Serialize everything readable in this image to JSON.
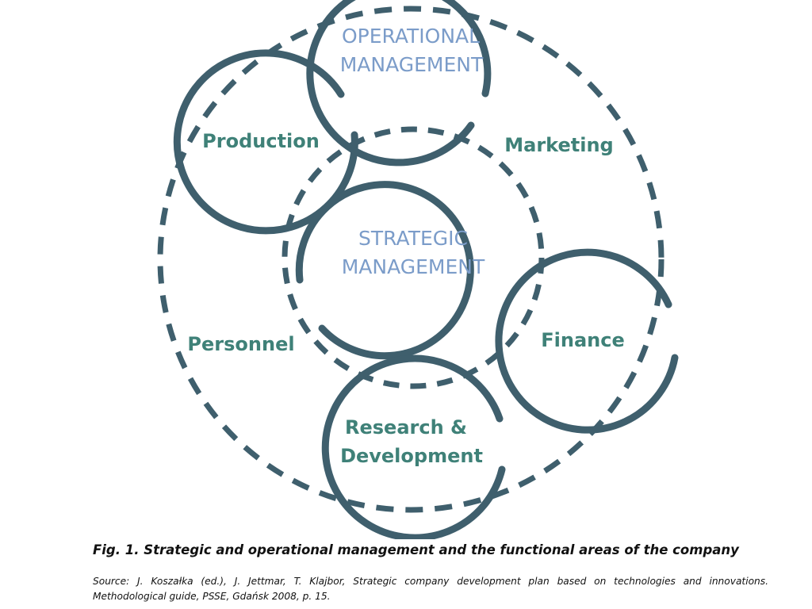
{
  "diagram": {
    "operational_management": {
      "line1": "OPERATIONAL",
      "line2": "MANAGEMENT"
    },
    "strategic_management": {
      "line1": "STRATEGIC",
      "line2": "MANAGEMENT"
    },
    "areas": {
      "production": "Production",
      "marketing": "Marketing",
      "personnel": "Personnel",
      "finance": "Finance",
      "research_line1": "Research &",
      "research_line2": "Development"
    },
    "colors": {
      "ring": "#3f5f6d",
      "area_text": "#3f8178",
      "management_text": "#7b9cc9"
    }
  },
  "figure": {
    "caption": "Fig. 1. Strategic and operational management and the functional areas of the company",
    "source": "Source: J. Koszałka (ed.), J. Jettmar, T. Klajbor, Strategic company development plan based on technologies and innovations. Methodological guide, PSSE, Gdańsk 2008, p. 15."
  }
}
